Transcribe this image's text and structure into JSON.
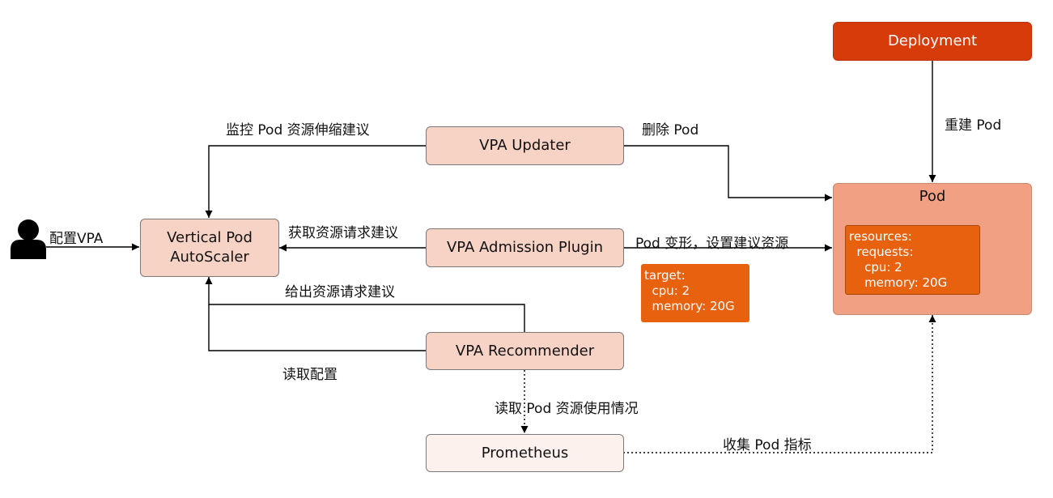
{
  "nodes": {
    "deployment": "Deployment",
    "pod": "Pod",
    "vpa_updater": "VPA Updater",
    "vpa_admission": "VPA Admission Plugin",
    "vpa_recommender": "VPA Recommender",
    "prometheus": "Prometheus",
    "vpa_main_line1": "Vertical Pod",
    "vpa_main_line2": "AutoScaler"
  },
  "edges": {
    "monitor_pod": "监控 Pod 资源伸缩建议",
    "delete_pod": "删除 Pod",
    "rebuild_pod": "重建 Pod",
    "config_vpa": "配置VPA",
    "get_recommendation": "获取资源请求建议",
    "pod_mutate": "Pod 变形，设置建议资源",
    "give_recommendation": "给出资源请求建议",
    "read_config": "读取配置",
    "read_pod_usage": "读取 Pod 资源使用情况",
    "collect_metrics": "收集 Pod 指标"
  },
  "target_block": "target:\n  cpu: 2\n  memory: 20G",
  "pod_resources_block": "resources:\n  requests:\n    cpu: 2\n    memory: 20G",
  "colors": {
    "deployment_fill": "#d83b0a",
    "pod_fill": "#f2a084",
    "light_box_fill": "#f7d3c6",
    "prometheus_fill": "#fdf1ee",
    "code_fill": "#e8610f"
  }
}
